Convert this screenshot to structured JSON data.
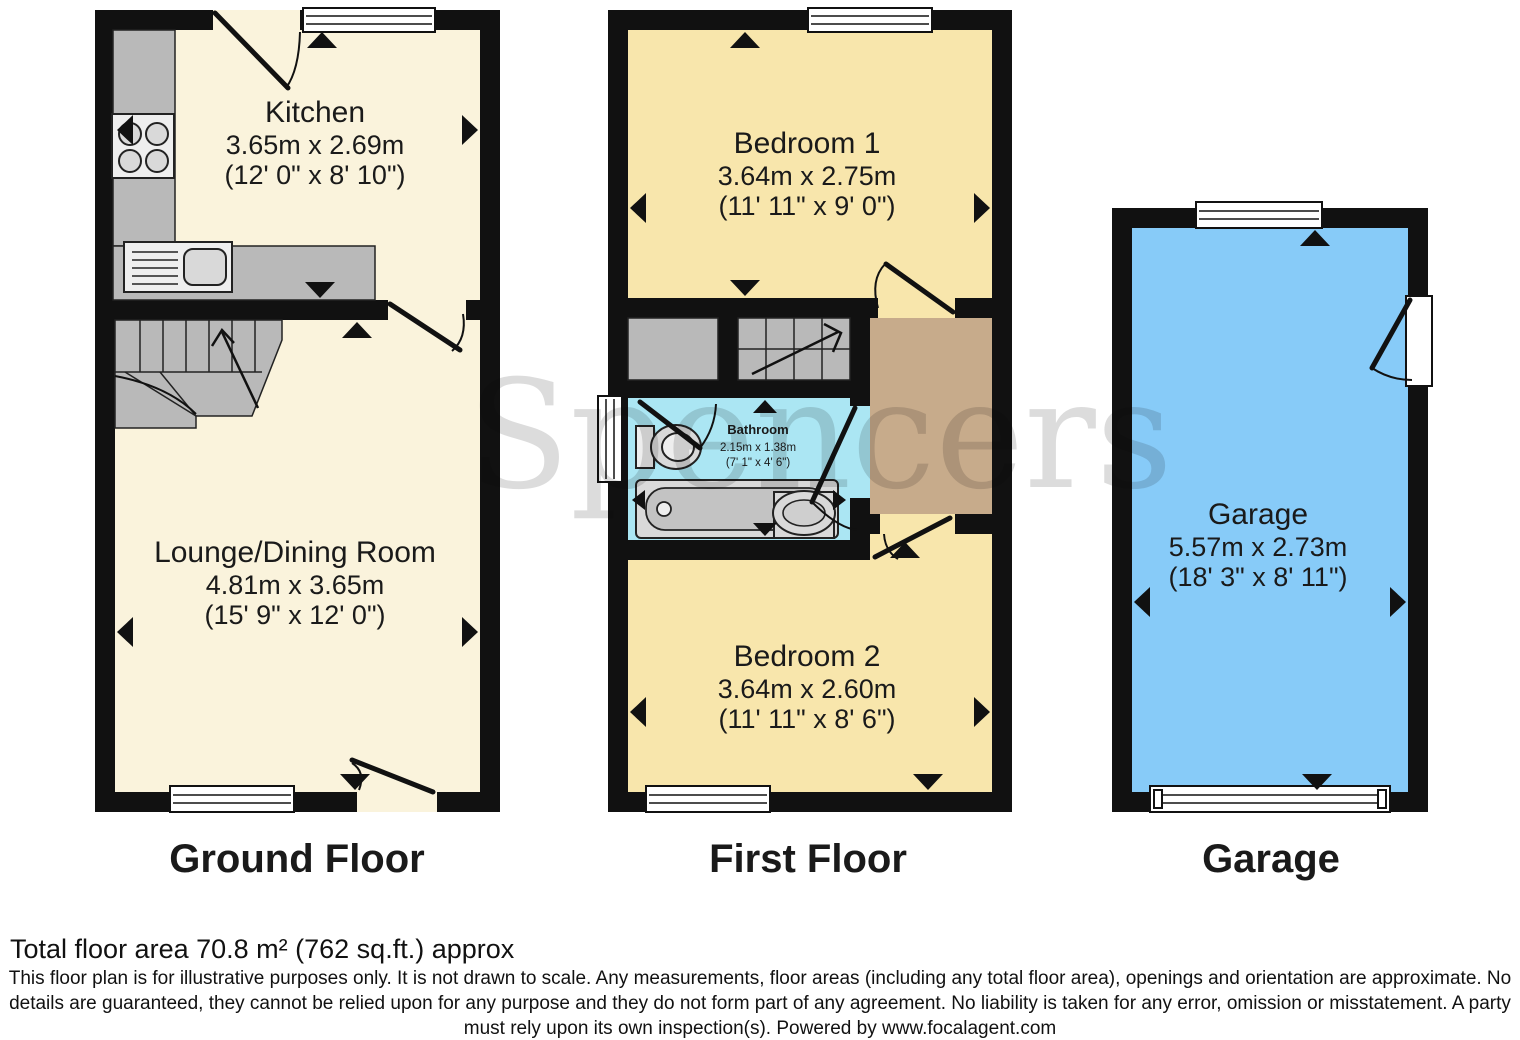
{
  "watermark": "Spencers",
  "floors": {
    "ground": {
      "title": "Ground Floor",
      "rooms": {
        "kitchen": {
          "name": "Kitchen",
          "metric": "3.65m x 2.69m",
          "imperial": "(12' 0\" x 8' 10\")"
        },
        "lounge": {
          "name": "Lounge/Dining Room",
          "metric": "4.81m x 3.65m",
          "imperial": "(15' 9\" x 12' 0\")"
        }
      }
    },
    "first": {
      "title": "First Floor",
      "rooms": {
        "bedroom1": {
          "name": "Bedroom 1",
          "metric": "3.64m x 2.75m",
          "imperial": "(11' 11\" x 9' 0\")"
        },
        "bathroom": {
          "name": "Bathroom",
          "metric": "2.15m x 1.38m",
          "imperial": "(7' 1\" x 4' 6\")"
        },
        "bedroom2": {
          "name": "Bedroom 2",
          "metric": "3.64m x 2.60m",
          "imperial": "(11' 11\" x 8' 6\")"
        }
      }
    },
    "garage": {
      "title": "Garage",
      "rooms": {
        "garage": {
          "name": "Garage",
          "metric": "5.57m x 2.73m",
          "imperial": "(18' 3\" x 8' 11\")"
        }
      }
    }
  },
  "footer": {
    "total_area": "Total floor area 70.8 m² (762 sq.ft.) approx",
    "disclaimer": "This floor plan is for illustrative purposes only. It is not drawn to scale. Any measurements, floor areas (including any total floor area), openings and orientation are approximate. No details are guaranteed, they cannot be relied upon for any purpose and they do not form part of any agreement. No liability is taken for any error, omission or misstatement. A party must rely upon its own inspection(s). Powered by www.focalagent.com"
  },
  "colors": {
    "wall": "#111111",
    "ground_floor_fill": "#FAF3DC",
    "bedroom_fill": "#F8E6AC",
    "bathroom_fill": "#ABE6F3",
    "landing_fill": "#C7AB8B",
    "garage_fill": "#87CBF8",
    "fixture_gray": "#B9B9B9"
  }
}
